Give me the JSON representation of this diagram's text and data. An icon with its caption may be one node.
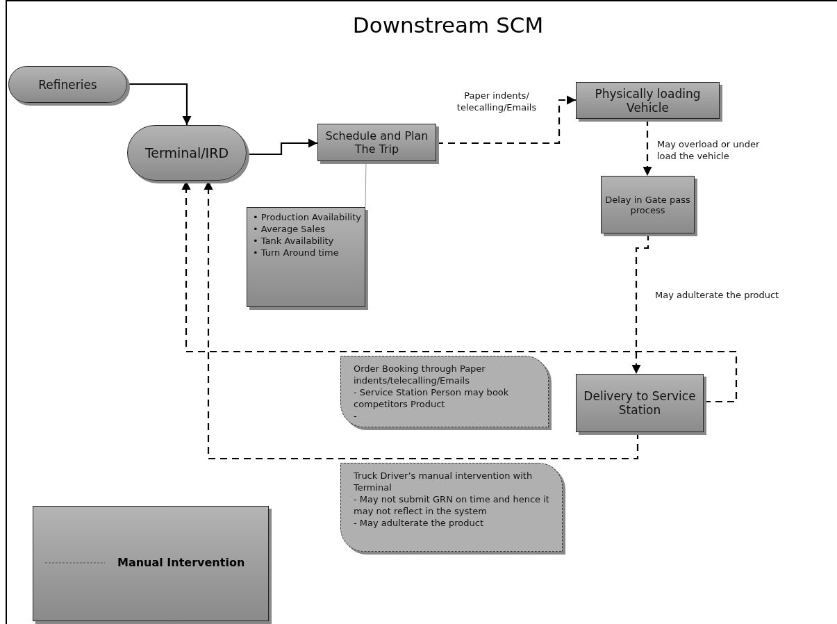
{
  "diagram": {
    "title": "Downstream SCM",
    "nodes": [
      {
        "text": [
          "Refineries"
        ]
      },
      {
        "text": [
          "Terminal/IRD"
        ]
      },
      {
        "text": [
          "Schedule and Plan The Trip"
        ]
      },
      {
        "text": [
          "• Production Availability",
          "• Average Sales",
          "• Tank Availability",
          "• Turn Around time"
        ]
      },
      {
        "text": [
          "Physically loading Vehicle"
        ]
      },
      {
        "text": [
          "Delay in Gate pass process"
        ]
      },
      {
        "text": [
          "Delivery to Service Station"
        ]
      },
      {
        "text": [
          "Order Booking through Paper indents/telecalling/Emails",
          "- Service Station Person may book competitors Product",
          "-"
        ]
      },
      {
        "text": [
          "Truck Driver’s manual intervention with Terminal",
          "- May not submit GRN on time and hence it may not reflect in the system",
          "- May adulterate the product"
        ]
      }
    ],
    "edges": [
      {
        "from": 0,
        "to": 1,
        "arrow": "to"
      },
      {
        "from": 1,
        "to": 2,
        "arrow": "to"
      },
      {
        "from": 2,
        "to": 4,
        "arrow": "to",
        "label": "Paper indents/ telecalling/Emails",
        "style": "dashed"
      },
      {
        "from": 4,
        "to": 5,
        "arrow": "to",
        "label": "May overload or under load the vehicle",
        "style": "dashed"
      },
      {
        "from": 5,
        "to": 6,
        "arrow": "to",
        "label": "May adulterate the product",
        "style": "dashed"
      },
      {
        "from": 6,
        "to": 1,
        "arrow": "to",
        "style": "dashed"
      },
      {
        "from": 6,
        "to": 1,
        "arrow": "to",
        "style": "dashed"
      },
      {
        "from": 2,
        "to": 3,
        "arrow": "none",
        "color": "#999999"
      }
    ],
    "legend": [
      {
        "text": "Manual Intervention"
      }
    ]
  }
}
